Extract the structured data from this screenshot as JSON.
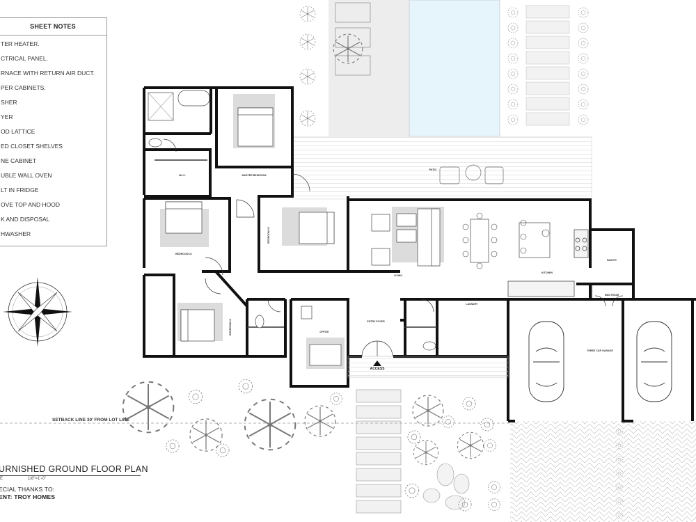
{
  "sheet_notes": {
    "title": "SHEET NOTES",
    "items": [
      "TER HEATER.",
      "CTRICAL PANEL.",
      "RNACE WITH RETURN AIR DUCT.",
      "PER CABINETS.",
      "SHER",
      "YER",
      "OD LATTICE",
      "ED CLOSET SHELVES",
      "NE CABINET",
      "UBLE WALL OVEN",
      "LT IN FRIDGE",
      "OVE TOP AND HOOD",
      "K AND DISPOSAL",
      "HWASHER"
    ]
  },
  "plan_title": "URNISHED GROUND FLOOR PLAN",
  "scale_prefix": "E",
  "scale": "1/8\"=1'-0\"",
  "special_thanks": "ECIAL THANKS TO:",
  "client": "ENT: TROY HOMES",
  "setback_line": "SETBACK LINE 30' FROM LOT LINE",
  "access_label": "ACCESS",
  "room_labels": {
    "master_bedroom": "MASTER BEDROOM",
    "wic": "W.I.C.",
    "bedroom_1": "BEDROOM #1",
    "bedroom_2": "BEDROOM #2",
    "bedroom_3": "BEDROOM #3",
    "living": "LIVING",
    "kitchen": "KITCHEN",
    "pantry": "PANTRY",
    "office": "OFFICE",
    "entry_foyer": "ENTRY FOYER",
    "laundry": "LAUNDRY",
    "garage": "THREE CAR GARAGE",
    "patio": "PATIO",
    "mudroom": "MUD ROOM"
  },
  "colors": {
    "wall": "#111111",
    "pool": "#e6f4fb",
    "rug": "#dcdcdc",
    "hatch": "#eeeeee"
  }
}
